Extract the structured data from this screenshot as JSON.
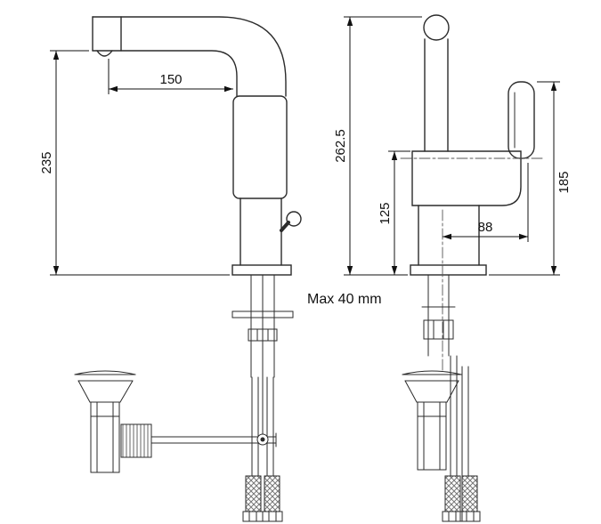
{
  "dims": {
    "spout_reach": "150",
    "overall_height_left": "235",
    "overall_height_right": "262.5",
    "deck_to_body_top": "125",
    "center_to_handle": "88",
    "deck_to_handle_top": "185",
    "max_deck_thickness": "Max 40 mm"
  }
}
